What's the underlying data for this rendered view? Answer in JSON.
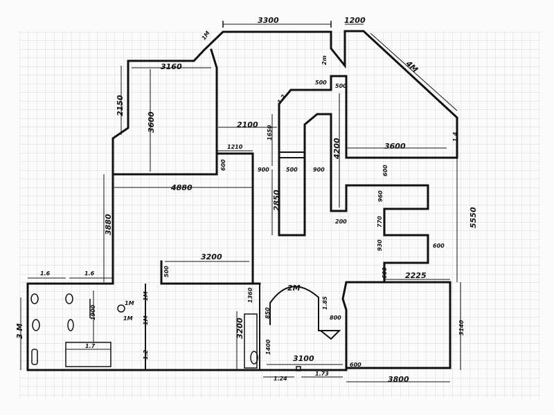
{
  "labels": {
    "top_3300": "3300",
    "top_1200": "1200",
    "diag_1m": "1M",
    "diag_4m": "4M",
    "left_3160": "3160",
    "left_2150": "2150",
    "left_3600": "3600",
    "mid_2100": "2100",
    "mid_1210": "1210",
    "mid_4880": "4880",
    "mid_600": "600",
    "left_3880": "3880",
    "col_1650": "1650",
    "col_1_2": "1.2",
    "col_500a": "500",
    "col_500b": "500",
    "col_4200": "4200",
    "col_900": "900",
    "col_900b": "900",
    "col_500c": "500",
    "col_2850": "2850",
    "col_200": "200",
    "col_2m": "2m",
    "right_3600": "3600",
    "right_1_4": "1.4",
    "right_5550": "5550",
    "right_600": "600",
    "right_960": "960",
    "right_770": "770",
    "right_930": "930",
    "right_600b": "600",
    "right_600c": "600",
    "right_2225": "2225",
    "mid_3200": "3200",
    "mid_500": "500",
    "bl_1_6a": "1.6",
    "bl_1_6b": "1.6",
    "bl_3m": "3 M",
    "bl_1900": "1900",
    "bl_1_7": "1.7",
    "bl_1m_a": "1M",
    "bl_1m_b": "1M",
    "bl_1m_c": "1M",
    "bl_1m_d": "1M",
    "bl_1_2": "1.2",
    "bot_3200": "3200",
    "bot_1360": "1360",
    "bot_1400": "1400",
    "bot_3100": "3100",
    "bot_1_24": "1.24",
    "bot_1_73": "1.73",
    "bot_2m": "2M",
    "bot_850": "850",
    "bot_800": "800",
    "bot_1_85": "1.85",
    "bot_3800": "3800",
    "bot_3140": "3140",
    "bot_600": "600"
  }
}
